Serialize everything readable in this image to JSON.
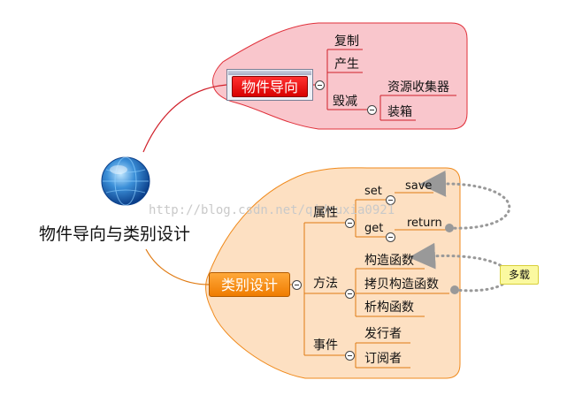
{
  "central_topic": "物件导向与类别设计",
  "watermark": "http://blog.csdn.net/qjdmuxia0921",
  "colors": {
    "red_region_fill": "#f9c6cc",
    "red_region_stroke": "#e0303a",
    "orange_region_fill": "#fde0c2",
    "orange_region_stroke": "#f08a1c",
    "relation_line": "#999999",
    "note_fill": "#fbf9a0"
  },
  "icons": {
    "central": "globe-icon",
    "collapse": "minus-circle-icon"
  },
  "branch_object": {
    "label": "物件导向",
    "children": {
      "copy": "复制",
      "produce": "产生",
      "destroy": "毁减",
      "gc": "资源收集器",
      "boxing": "装箱"
    }
  },
  "branch_class": {
    "label": "类别设计",
    "property": {
      "label": "属性",
      "set": "set",
      "save": "save",
      "get": "get",
      "return": "return"
    },
    "method": {
      "label": "方法",
      "constructor": "构造函数",
      "copy_constructor": "拷贝构造函数",
      "destructor": "析构函数"
    },
    "event": {
      "label": "事件",
      "publisher": "发行者",
      "subscriber": "订阅者"
    },
    "note": "多载"
  }
}
